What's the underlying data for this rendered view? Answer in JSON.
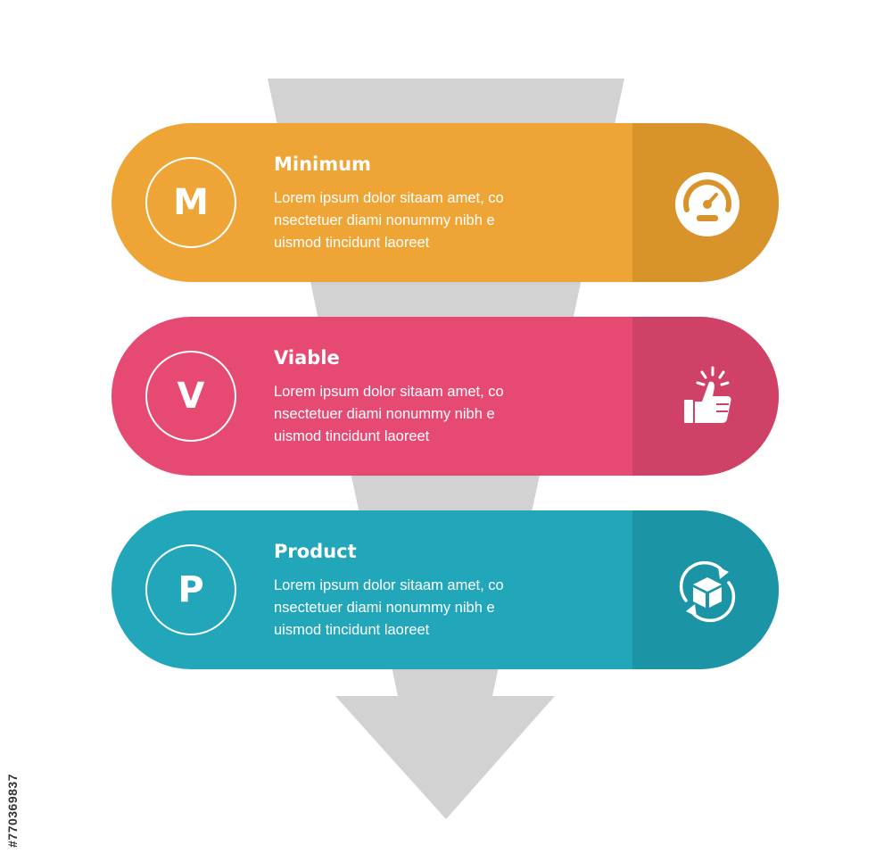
{
  "colors": {
    "background": "#ffffff",
    "funnel": "#d2d2d2",
    "row_1": "#eea536",
    "row_1_side": "#d8932b",
    "row_2": "#e64a73",
    "row_2_side": "#cf4166",
    "row_3": "#22a7ba",
    "row_3_side": "#1b95a6"
  },
  "rows": [
    {
      "letter": "M",
      "title": "Minimum",
      "description": "Lorem ipsum dolor sitaam amet, co\nnsectetuer diami nonummy  nibh e\nuismod tincidunt laoreet",
      "icon": "speedometer-icon"
    },
    {
      "letter": "V",
      "title": "Viable",
      "description": "Lorem ipsum dolor sitaam amet, co\nnsectetuer diami nonummy  nibh e\nuismod tincidunt laoreet",
      "icon": "thumbs-up-icon"
    },
    {
      "letter": "P",
      "title": "Product",
      "description": "Lorem ipsum dolor sitaam amet, co\nnsectetuer diami nonummy  nibh e\nuismod tincidunt laoreet",
      "icon": "box-cycle-icon"
    }
  ],
  "stock_id": "#770369837"
}
